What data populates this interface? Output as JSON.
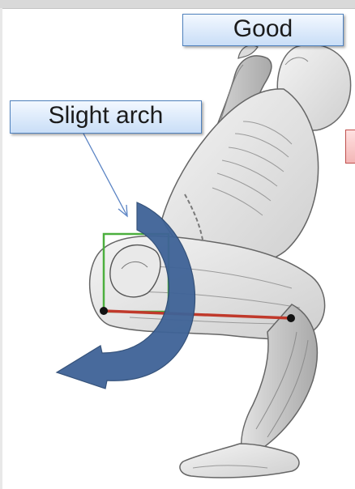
{
  "labels": {
    "good": "Good",
    "slight_arch": "Slight arch"
  },
  "colors": {
    "label_fill": "#c9def7",
    "label_border": "#4f81bd",
    "pelvis_box": "#4caf3e",
    "femur_line": "#c0392b",
    "rotation_arrow": "#3c5f8e",
    "pointer_line": "#5b84c4"
  },
  "icons": {
    "rotation": "curved-arrow",
    "joint_markers": "black-dots"
  }
}
